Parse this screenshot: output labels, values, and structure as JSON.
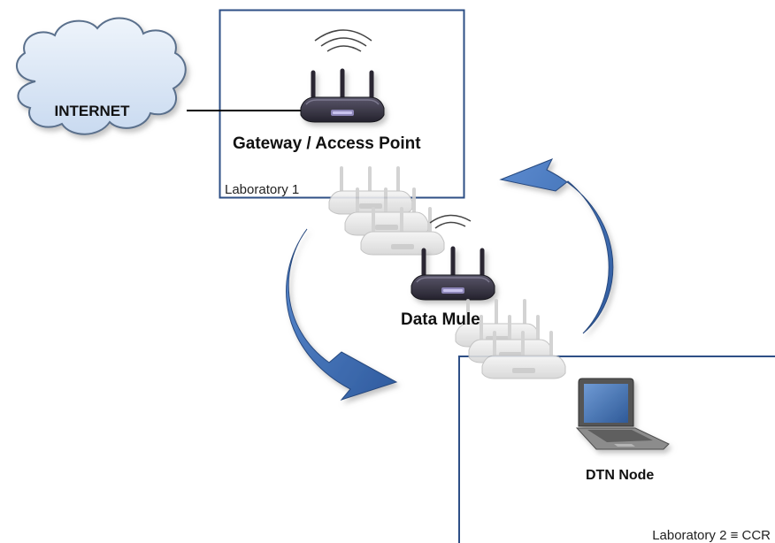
{
  "colors": {
    "room_border": "#2e4f86",
    "arrow_fill": "#3f6db3",
    "cloud_fill": "#dbe7f6",
    "cloud_stroke": "#5a6f8c",
    "router_body": "#3b3848",
    "laptop_screen": "#4a78b8"
  },
  "internet": {
    "label": "INTERNET",
    "icon": "cloud-icon"
  },
  "lab1": {
    "label": "Laboratory 1"
  },
  "lab2": {
    "label": "Laboratory 2 ≡ CCR"
  },
  "gateway": {
    "label": "Gateway / Access Point",
    "icon": "wireless-router-icon"
  },
  "mule": {
    "label": "Data Mule",
    "icon": "wireless-router-icon"
  },
  "dtn": {
    "label": "DTN Node",
    "icon": "laptop-icon"
  }
}
